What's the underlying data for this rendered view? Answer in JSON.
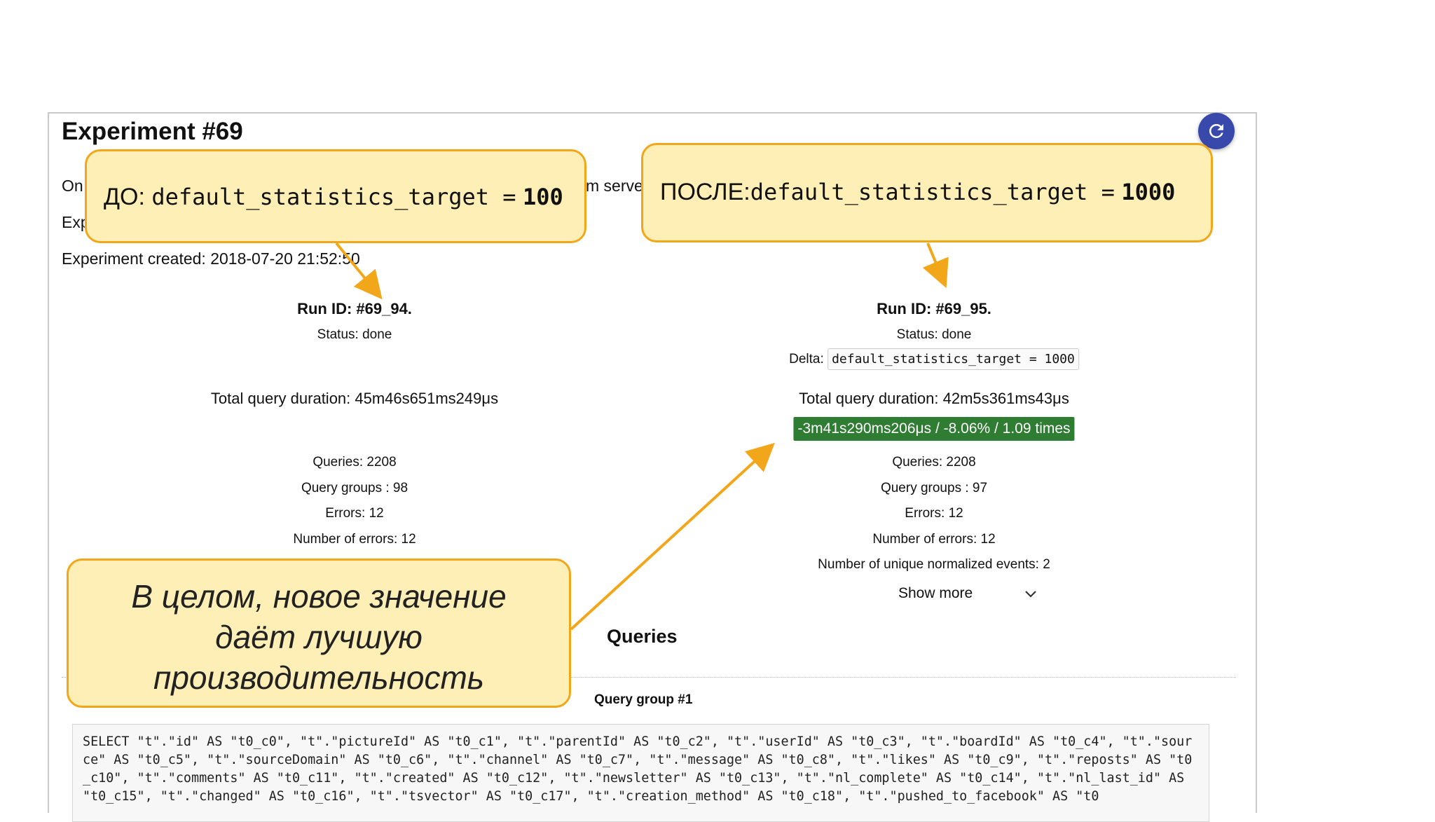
{
  "experiment": {
    "title": "Experiment #69",
    "line1_left": "On",
    "line1_right": "m serve",
    "line2_left": "Exp",
    "created": "Experiment created: 2018-07-20 21:52:50"
  },
  "runs": [
    {
      "run_id": "Run ID: #69_94.",
      "status": "Status: done",
      "total_duration": "Total query duration: 45m46s651ms249μs",
      "queries": "Queries: 2208",
      "query_groups": "Query groups : 98",
      "errors": "Errors: 12",
      "number_of_errors": "Number of errors: 12"
    },
    {
      "run_id": "Run ID: #69_95.",
      "status": "Status: done",
      "delta_label": "Delta:",
      "delta_value": "default_statistics_target = 1000",
      "total_duration": "Total query duration: 42m5s361ms43μs",
      "diff": "-3m41s290ms206μs / -8.06% / 1.09 times",
      "queries": "Queries: 2208",
      "query_groups": "Query groups : 97",
      "errors": "Errors: 12",
      "number_of_errors": "Number of errors: 12",
      "unique_events": "Number of unique normalized events: 2",
      "show_more": "Show more"
    }
  ],
  "queries_section": {
    "heading": "Queries",
    "group_title": "Query group #1",
    "sql": "SELECT \"t\".\"id\" AS \"t0_c0\", \"t\".\"pictureId\" AS \"t0_c1\", \"t\".\"parentId\" AS \"t0_c2\", \"t\".\"userId\" AS \"t0_c3\", \"t\".\"boardId\" AS \"t0_c4\", \"t\".\"source\" AS \"t0_c5\", \"t\".\"sourceDomain\" AS \"t0_c6\", \"t\".\"channel\" AS \"t0_c7\", \"t\".\"message\" AS \"t0_c8\", \"t\".\"likes\" AS \"t0_c9\", \"t\".\"reposts\" AS \"t0_c10\", \"t\".\"comments\" AS \"t0_c11\", \"t\".\"created\" AS \"t0_c12\", \"t\".\"newsletter\" AS \"t0_c13\", \"t\".\"nl_complete\" AS \"t0_c14\", \"t\".\"nl_last_id\" AS \"t0_c15\", \"t\".\"changed\" AS \"t0_c16\", \"t\".\"tsvector\" AS \"t0_c17\", \"t\".\"creation_method\" AS \"t0_c18\", \"t\".\"pushed_to_facebook\" AS \"t0"
  },
  "callouts": {
    "before_label": "ДО:",
    "before_setting": "default_statistics_target =",
    "before_value": "100",
    "after_label": "ПОСЛЕ:",
    "after_setting": "default_statistics_target =",
    "after_value": "1000",
    "summary_line1": "В целом, новое значение",
    "summary_line2": "даёт лучшую",
    "summary_line3": "производительность"
  },
  "icons": {
    "refresh": "refresh-icon",
    "chevron": "chevron-down-icon"
  },
  "colors": {
    "accent": "#3949ab",
    "positive_badge": "#2e7d32",
    "callout_fill": "#fdefb5",
    "callout_border": "#f2a71b"
  }
}
